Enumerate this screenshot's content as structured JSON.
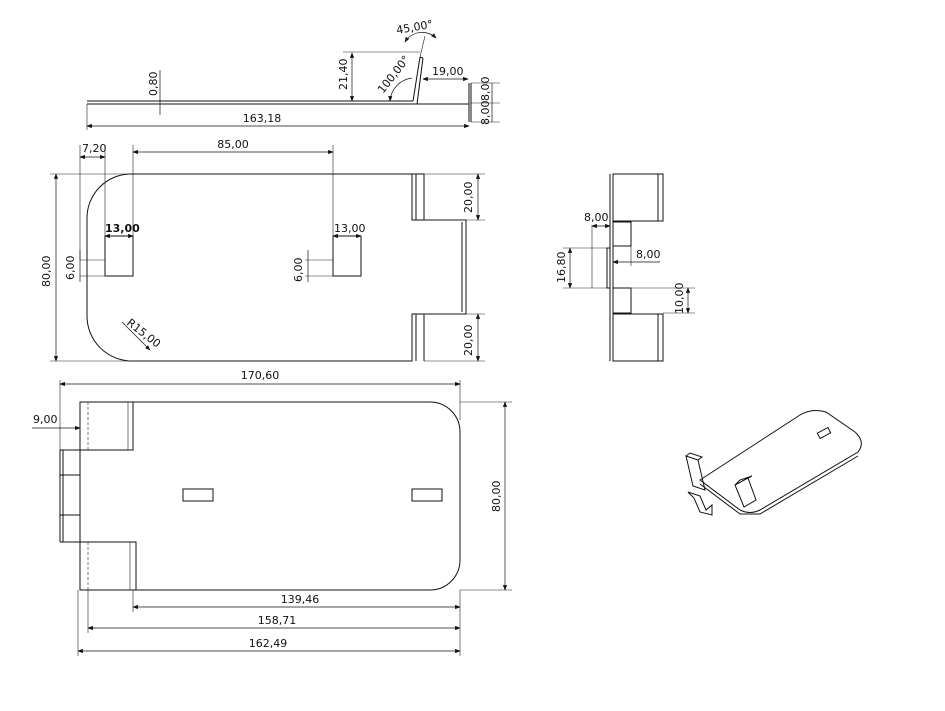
{
  "side_view": {
    "thickness": "0,80",
    "flap_height": "21,40",
    "flap_angle": "45,00°",
    "bend_angle": "100,00°",
    "flap_offset": "19,00",
    "tab_up": "8,00",
    "tab_down": "8,00",
    "length": "163,18"
  },
  "top_view": {
    "edge_offset": "7,20",
    "slot_spacing": "85,00",
    "slot_width_left": "13,00",
    "slot_width_right": "13,00",
    "slot_height_left": "6,00",
    "slot_height_right": "6,00",
    "width": "80,00",
    "corner_radius": "R15,00",
    "tab_width_top": "20,00",
    "tab_width_bottom": "20,00"
  },
  "end_view": {
    "tab_depth": "8,00",
    "tab_offset": "8,00",
    "center_height": "16,80",
    "gap": "10,00"
  },
  "bottom_view": {
    "overall": "170,60",
    "tab_depth": "9,00",
    "width": "80,00",
    "dim_a": "139,46",
    "dim_b": "158,71",
    "dim_c": "162,49"
  }
}
